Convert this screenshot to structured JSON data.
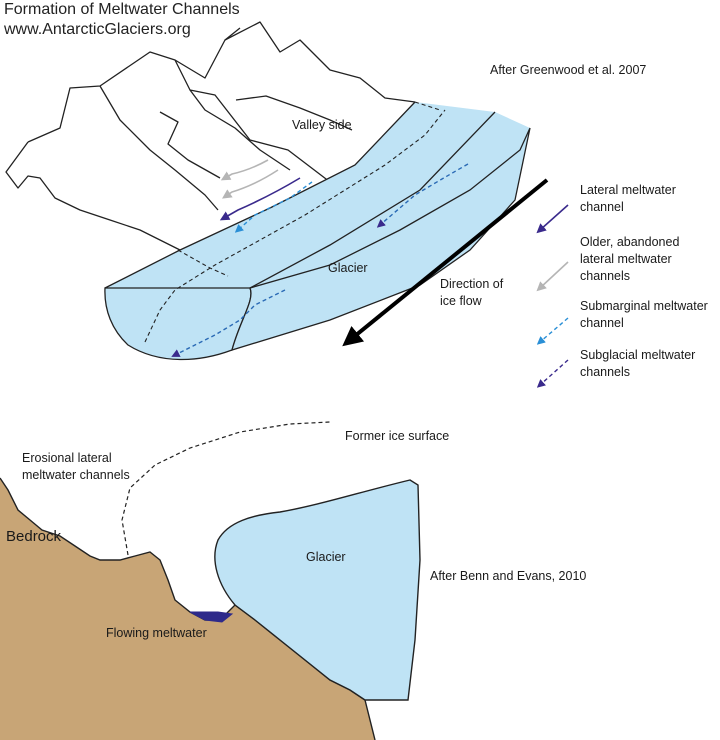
{
  "header": {
    "title": "Formation of Meltwater Channels",
    "website": "www.AntarcticGlaciers.org",
    "source_top": "After Greenwood et al. 2007",
    "source_bottom": "After Benn and Evans, 2010"
  },
  "top_diagram": {
    "valley_side_label": "Valley side",
    "glacier_label": "Glacier",
    "direction_label": "Direction of ice flow"
  },
  "legend": [
    {
      "label": "Lateral meltwater channel",
      "icon": "solid-arrow-icon",
      "color": "#3a2a8c"
    },
    {
      "label": "Older, abandoned lateral meltwater channels",
      "icon": "solid-arrow-icon",
      "color": "#b5b5b5"
    },
    {
      "label": "Submarginal meltwater channel",
      "icon": "dashed-arrow-icon",
      "color": "#2a8fd6"
    },
    {
      "label": "Subglacial meltwater channels",
      "icon": "dashed-arrow-icon",
      "color": "#3a2a8c"
    }
  ],
  "bottom_diagram": {
    "former_ice_label": "Former ice surface",
    "erosional_label": "Erosional lateral meltwater channels",
    "bedrock_label": "Bedrock",
    "glacier_label": "Glacier",
    "flowing_label": "Flowing meltwater"
  },
  "colors": {
    "ice": "#bfe3f5",
    "bedrock": "#c8a576",
    "meltwater": "#2e2a8a",
    "outline": "#222222"
  }
}
